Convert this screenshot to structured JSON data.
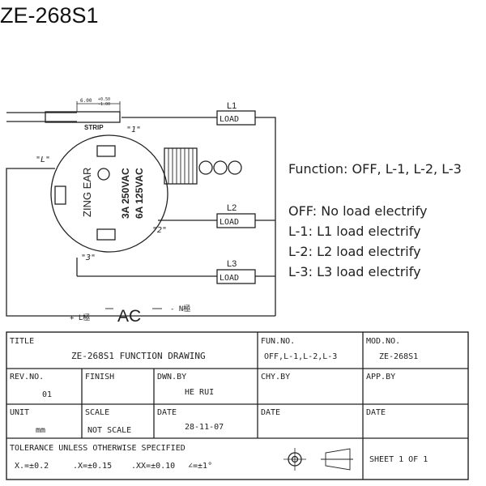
{
  "title": "ZE-268S1",
  "function_text": {
    "heading": "Function: OFF, L-1, L-2, L-3",
    "lines": [
      "OFF: No load electrify",
      "L-1: L1 load electrify",
      "L-2: L2 load electrify",
      "L-3: L3 load electrify"
    ]
  },
  "diagram": {
    "strip_dim_top": "6.00",
    "strip_tol_plus": "+0.50",
    "strip_tol_minus": "-1.00",
    "strip_label": "STRIP",
    "terminal_1": "\"1\"",
    "terminal_2": "\"2\"",
    "terminal_3": "\"3\"",
    "terminal_L": "\"L\"",
    "body_brand": "ZING EAR",
    "rating_1": "3A 250VAC",
    "rating_2": "6A 125VAC",
    "loads": [
      {
        "name": "L1",
        "label": "LOAD"
      },
      {
        "name": "L2",
        "label": "LOAD"
      },
      {
        "name": "L3",
        "label": "LOAD"
      }
    ],
    "ac_label": "AC",
    "plus_label": "+ L極",
    "minus_label": "- N極"
  },
  "title_block": {
    "title_label": "TITLE",
    "title_value": "ZE-268S1 FUNCTION DRAWING",
    "fun_label": "FUN.NO.",
    "fun_value": "OFF,L-1,L-2,L-3",
    "mod_label": "MOD.NO.",
    "mod_value": "ZE-268S1",
    "rev_label": "REV.NO.",
    "rev_value": "01",
    "finish_label": "FINISH",
    "finish_value": "",
    "dwn_label": "DWN.BY",
    "dwn_value": "HE RUI",
    "chy_label": "CHY.BY",
    "app_label": "APP.BY",
    "unit_label": "UNIT",
    "unit_value": "mm",
    "scale_label": "SCALE",
    "scale_value": "NOT SCALE",
    "date_label": "DATE",
    "date_value": "28-11-07",
    "date2_label": "DATE",
    "date3_label": "DATE",
    "tolerance_label": "TOLERANCE UNLESS OTHERWISE SPECIFIED",
    "tol_1": "X.=±0.2",
    "tol_2": ".X=±0.15",
    "tol_3": ".XX=±0.10",
    "tol_4": "∠=±1°",
    "sheet": "SHEET 1 OF 1"
  }
}
